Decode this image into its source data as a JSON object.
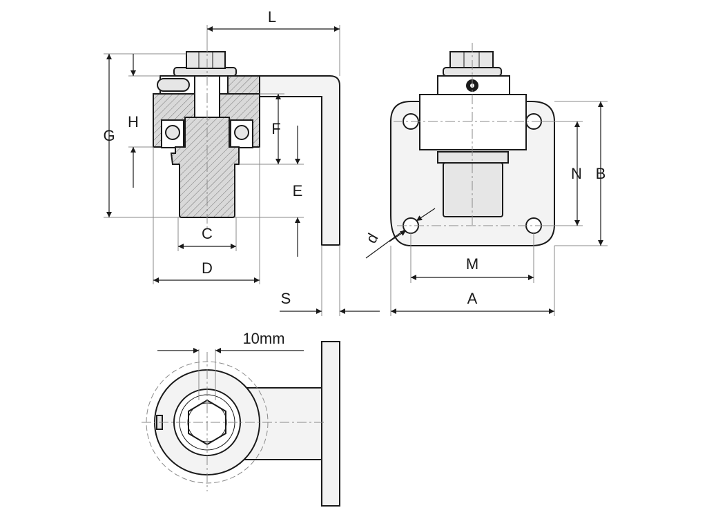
{
  "labels": {
    "L": "L",
    "G": "G",
    "H": "H",
    "F": "F",
    "E": "E",
    "C": "C",
    "D": "D",
    "S": "S",
    "N": "N",
    "B": "B",
    "M": "M",
    "A": "A",
    "d": "d",
    "ten_mm": "10mm"
  }
}
